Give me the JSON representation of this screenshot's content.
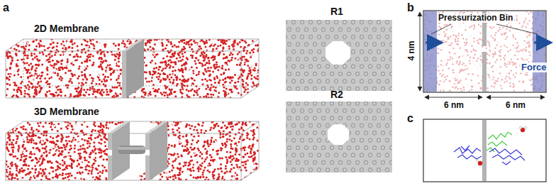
{
  "diagram": {
    "labels": [
      "a",
      "2D Membrane",
      "R1",
      "3D Membrane",
      "R2",
      "b",
      "Pressurization Bin",
      "4 nm",
      "Force",
      "6 nm",
      "6 nm",
      "c"
    ]
  }
}
